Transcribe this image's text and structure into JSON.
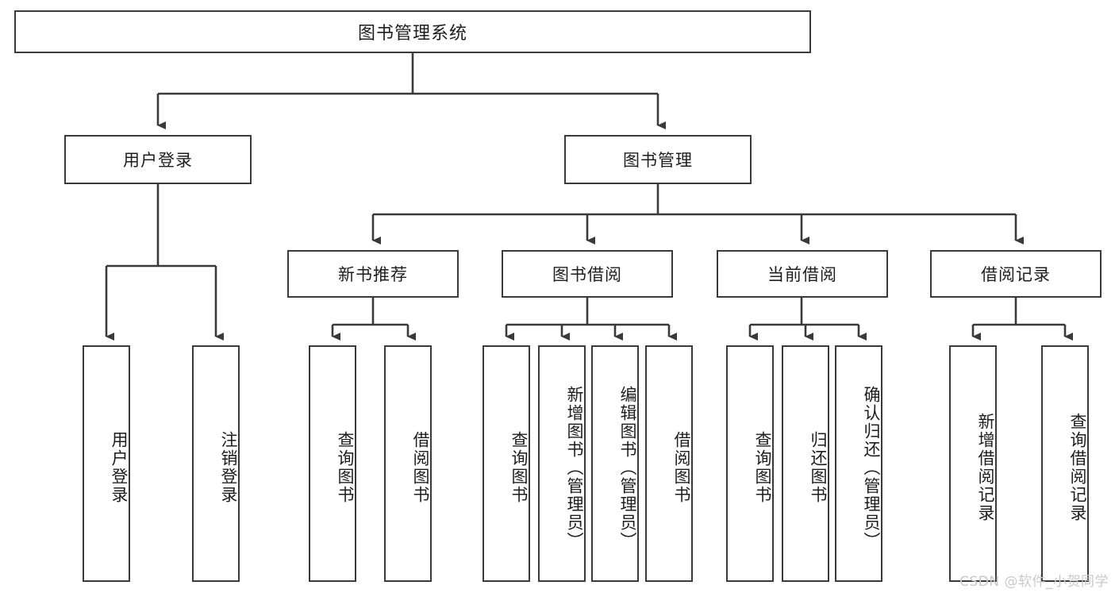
{
  "diagram": {
    "type": "tree",
    "title": "图书管理系统",
    "watermark": "CSDN @软件_小贺同学",
    "colors": {
      "box_border": "#3a3a3a",
      "box_fill": "#ffffff",
      "line": "#3a3a3a",
      "text": "#1d1d1d",
      "watermark": "#c9c9c9"
    },
    "nodes": {
      "root": "图书管理系统",
      "l2": [
        {
          "id": "user-login",
          "label": "用户登录"
        },
        {
          "id": "book-manage",
          "label": "图书管理"
        }
      ],
      "l3": [
        {
          "id": "new-book-rec",
          "label": "新书推荐"
        },
        {
          "id": "book-borrow",
          "label": "图书借阅"
        },
        {
          "id": "current-borrow",
          "label": "当前借阅"
        },
        {
          "id": "borrow-record",
          "label": "借阅记录"
        }
      ],
      "leaves": [
        {
          "id": "leaf-user-login",
          "label": "用户登录",
          "parent": "user-login"
        },
        {
          "id": "leaf-logout",
          "label": "注销登录",
          "parent": "user-login"
        },
        {
          "id": "leaf-query-book-1",
          "label": "查询图书",
          "parent": "new-book-rec"
        },
        {
          "id": "leaf-borrow-book-1",
          "label": "借阅图书",
          "parent": "new-book-rec"
        },
        {
          "id": "leaf-query-book-2",
          "label": "查询图书",
          "parent": "book-borrow"
        },
        {
          "id": "leaf-add-book",
          "label": "新增图书（管理员）",
          "parent": "book-borrow"
        },
        {
          "id": "leaf-edit-book",
          "label": "编辑图书（管理员）",
          "parent": "book-borrow"
        },
        {
          "id": "leaf-borrow-book-2",
          "label": "借阅图书",
          "parent": "book-borrow"
        },
        {
          "id": "leaf-query-book-3",
          "label": "查询图书",
          "parent": "current-borrow"
        },
        {
          "id": "leaf-return-book",
          "label": "归还图书",
          "parent": "current-borrow"
        },
        {
          "id": "leaf-confirm-return",
          "label": "确认归还（管理员）",
          "parent": "current-borrow"
        },
        {
          "id": "leaf-add-record",
          "label": "新增借阅记录",
          "parent": "borrow-record"
        },
        {
          "id": "leaf-query-record",
          "label": "查询借阅记录",
          "parent": "borrow-record"
        }
      ]
    }
  }
}
